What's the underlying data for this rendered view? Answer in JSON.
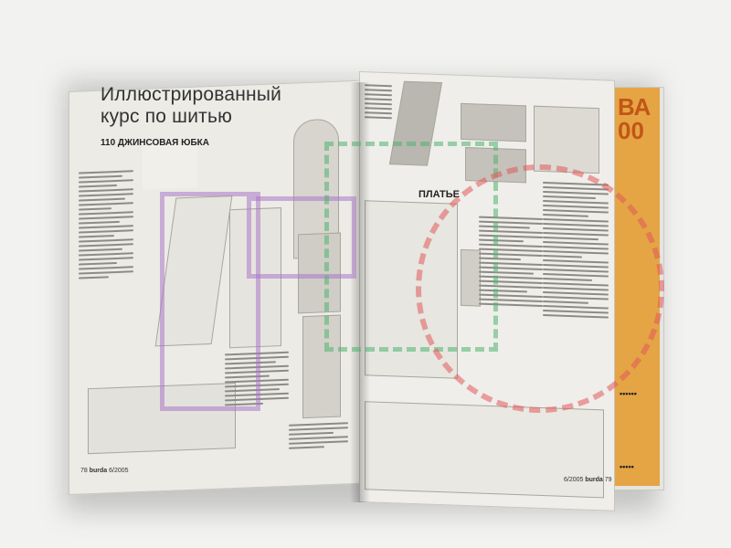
{
  "magazine": {
    "left_title": "Иллюстрированный курс по шитью",
    "left_title_line1": "Иллюстрированный",
    "left_title_line2": "курс по шитью",
    "left_subtitle": "110 ДЖИНСОВАЯ ЮБКА",
    "right_heading": "ПЛАТЬЕ",
    "left_footer_page": "78",
    "left_footer_brand": "burda",
    "left_footer_issue": "6/2005",
    "right_footer_issue": "6/2005",
    "right_footer_brand": "burda",
    "right_footer_page": "79"
  },
  "colors": {
    "page_paper": "#ecebe6",
    "orange_cover": "#e5a545",
    "orange_text": "#c25616",
    "stamp_purple": "#aa78c8",
    "stamp_red": "#e25a5a",
    "stamp_green": "#50b46e"
  }
}
